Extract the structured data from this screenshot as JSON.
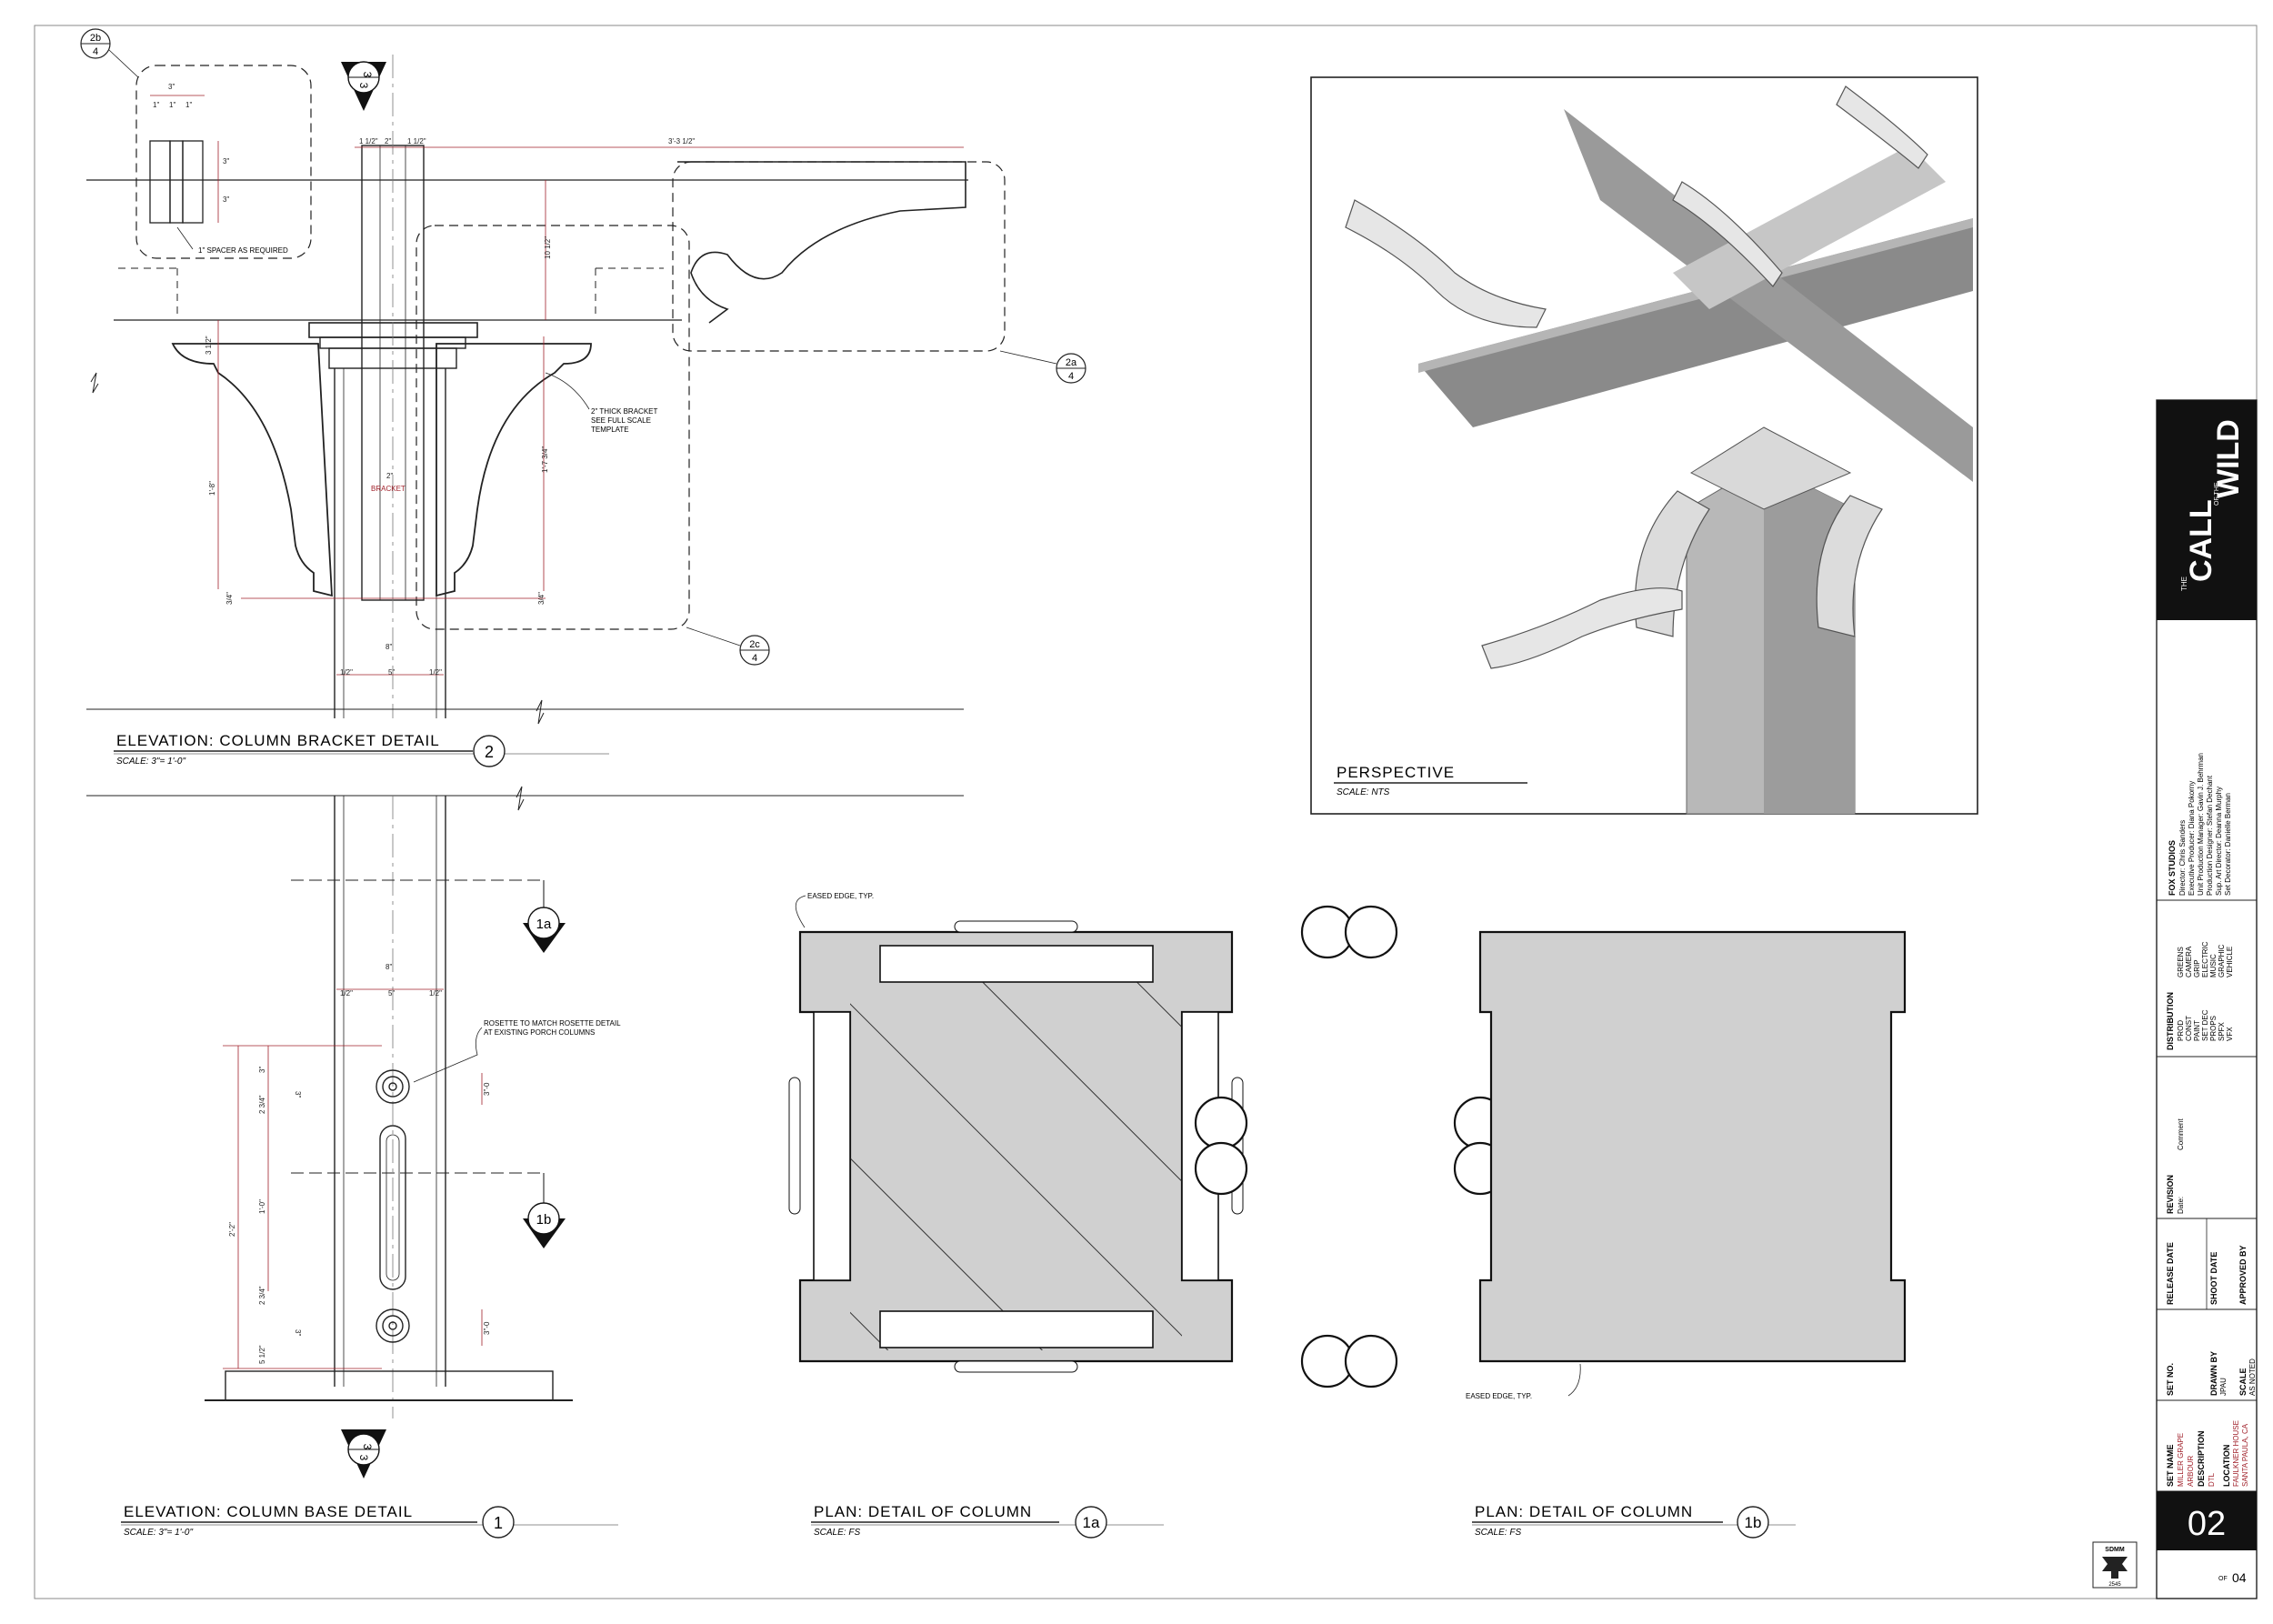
{
  "sheet": {
    "number": "02",
    "of_label": "OF",
    "total": "04",
    "union_badge": "SDMM",
    "union_number": "2545"
  },
  "details": {
    "bracket": {
      "title": "ELEVATION: COLUMN BRACKET DETAIL",
      "scale": "SCALE: 3\"= 1'-0\"",
      "number": "2"
    },
    "base": {
      "title": "ELEVATION: COLUMN BASE DETAIL",
      "scale": "SCALE: 3\"= 1'-0\"",
      "number": "1"
    },
    "plan_a": {
      "title": "PLAN: DETAIL OF COLUMN",
      "scale": "SCALE: FS",
      "number": "1a"
    },
    "plan_b": {
      "title": "PLAN: DETAIL OF COLUMN",
      "scale": "SCALE: FS",
      "number": "1b"
    },
    "perspective": {
      "title": "PERSPECTIVE",
      "scale": "SCALE: NTS"
    }
  },
  "callouts": {
    "c2b": {
      "top": "2b",
      "bottom": "4"
    },
    "c2a": {
      "top": "2a",
      "bottom": "4"
    },
    "c2c": {
      "top": "2c",
      "bottom": "4"
    },
    "section_top": {
      "top": "3",
      "bottom": "3"
    },
    "section_bottom": {
      "top": "3",
      "bottom": "3"
    },
    "s1a": "1a",
    "s1b": "1b"
  },
  "notes": {
    "spacer": "1\" SPACER AS REQUIRED",
    "bracket_line1": "2\" THICK BRACKET",
    "bracket_line2": "SEE FULL SCALE",
    "bracket_line3": "TEMPLATE",
    "rosette_line1": "ROSETTE TO MATCH ROSETTE DETAIL",
    "rosette_line2": "AT EXISTING PORCH COLUMNS",
    "eased_a": "EASED EDGE, TYP.",
    "eased_b": "EASED EDGE, TYP.",
    "bracket_center": "BRACKET"
  },
  "dims": {
    "beam_len": "3'-3 1/2\"",
    "spacer_w": "3\"",
    "spacer_parts": [
      "1\"",
      "1\"",
      "1\""
    ],
    "spacer_h1": "3\"",
    "spacer_h2": "3\"",
    "top_parts": [
      "1 1/2\"",
      "2\"",
      "1 1/2\""
    ],
    "bracket_h": "10 1/2\"",
    "bracket_total": "1'-8\"",
    "bracket_arm": "1'-7 3/4\"",
    "bracket_top": "3 1/2\"",
    "bracket_foot_l": "3/4\"",
    "bracket_foot_r": "3/4\"",
    "bracket_w": "2\"",
    "col_w": "8\"",
    "col_parts": [
      "1/2\"",
      "5\"",
      "1/2\""
    ],
    "col_w2": "8\"",
    "col_parts2": [
      "1/2\"",
      "5\"",
      "1/2\""
    ],
    "base_total": "2'-2\"",
    "base_mid": "1'-0\"",
    "base_top": "3\"",
    "base_up": "2 3/4\"",
    "base_dn": "2 3/4\"",
    "base_bot": "5 1/2\"",
    "rosette_d1": "3\"-0",
    "rosette_d2": "3\"-0",
    "mark1": "3\"",
    "mark2": "3\""
  },
  "titleblock": {
    "studio": "FOX STUDIOS",
    "credits": [
      "Director: Chris Sanders",
      "Executive Producer: Diana Pokorny",
      "Unit Production Manager: Gavin J. Behrman",
      "Production Designer: Stefan Dechant",
      "Sup. Art Director: Deanna Murphy",
      "Set Decorator: Danielle Berman"
    ],
    "distribution_label": "DISTRIBUTION",
    "dist_col1": [
      "PROD",
      "CONST",
      "PAINT",
      "SET DEC",
      "PROPS",
      "SPFX",
      "VFX"
    ],
    "dist_col2": [
      "GREENS",
      "CAMERA",
      "GRIP",
      "ELECTRIC",
      "MUSIC",
      "GRAPHIC",
      "VEHICLE"
    ],
    "revision_label": "REVISION",
    "date_label": "Date:",
    "comment_label": "Comment",
    "release_label": "RELEASE DATE",
    "shoot_label": "SHOOT DATE",
    "approved_label": "APPROVED BY",
    "setno_label": "SET NO.",
    "drawn_label": "DRAWN BY",
    "drawn_val": "JPAU",
    "scale_label": "SCALE",
    "scale_val": "AS NOTED",
    "setname_label": "SET NAME",
    "setname_val1": "MILLER GRAPE",
    "setname_val2": "ARBOUR",
    "desc_label": "DESCRIPTION",
    "desc_val": "DTL",
    "location_label": "LOCATION",
    "location_val1": "FAULKNER HOUSE",
    "location_val2": "SANTA PAULA, CA",
    "logo_small": "THE",
    "logo_mid": "OF THE",
    "logo_line1": "CALL",
    "logo_line2": "WILD"
  }
}
